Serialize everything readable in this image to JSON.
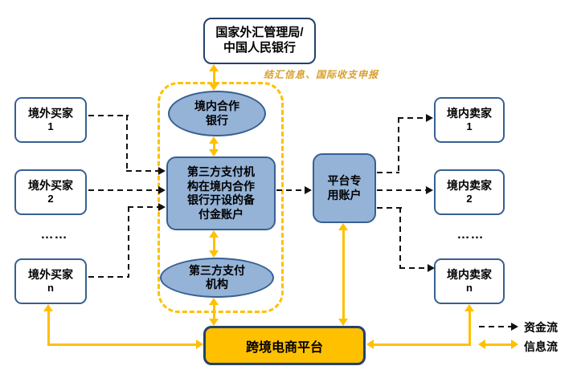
{
  "nodes": {
    "regulator": {
      "label": "国家外汇管理局/\n中国人民银行"
    },
    "note": {
      "label": "结汇信息、国际收支申报"
    },
    "domestic_bank": {
      "label": "境内合作\n银行"
    },
    "reserve_account": {
      "label": "第三方支付机\n构在境内合作\n银行开设的备\n付金账户"
    },
    "payment_institution": {
      "label": "第三方支付\n机构"
    },
    "platform_account": {
      "label": "平台专\n用账户"
    },
    "platform": {
      "label": "跨境电商平台"
    },
    "buyers": [
      {
        "label": "境外买家",
        "num": "1"
      },
      {
        "label": "境外买家",
        "num": "2"
      },
      {
        "label": "境外买家",
        "num": "n"
      }
    ],
    "buyers_ellipsis": "……",
    "sellers": [
      {
        "label": "境内卖家",
        "num": "1"
      },
      {
        "label": "境内卖家",
        "num": "2"
      },
      {
        "label": "境内卖家",
        "num": "n"
      }
    ],
    "sellers_ellipsis": "……"
  },
  "legend": {
    "fund_flow": "资金流",
    "info_flow": "信息流"
  },
  "colors": {
    "gold_accent": "#FFC000",
    "node_fill": "#95B3D7",
    "node_border": "#376092",
    "dark_border": "#24426B",
    "note_text": "#D99E2B"
  }
}
